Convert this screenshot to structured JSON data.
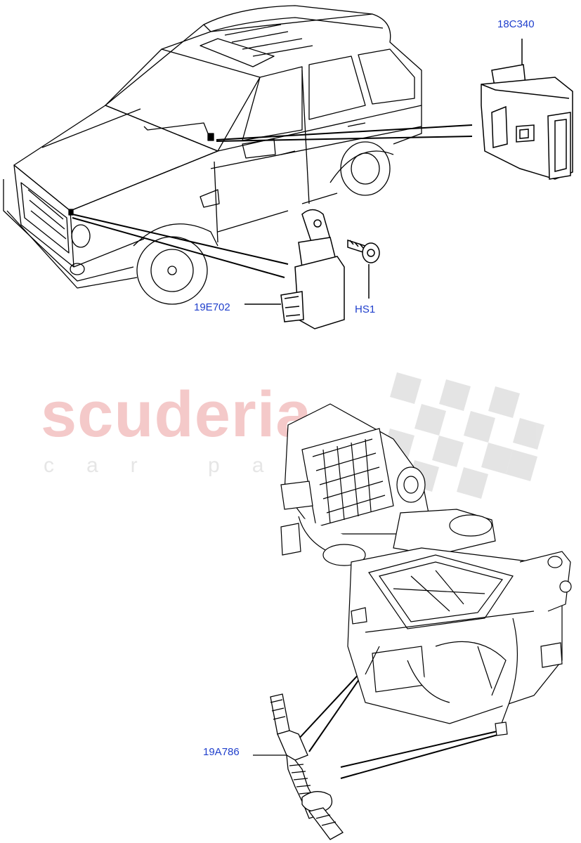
{
  "watermark": {
    "brand": "scuderia",
    "tagline": "car pa"
  },
  "callouts": {
    "relay_module": "18C340",
    "rain_sensor": "19E702",
    "screw": "HS1",
    "harness": "19A786"
  },
  "colors": {
    "callout_text": "#1f3fcc",
    "line_art": "#000000",
    "watermark_red": "#f4c9c9",
    "watermark_checker": "#d9d9d9"
  }
}
